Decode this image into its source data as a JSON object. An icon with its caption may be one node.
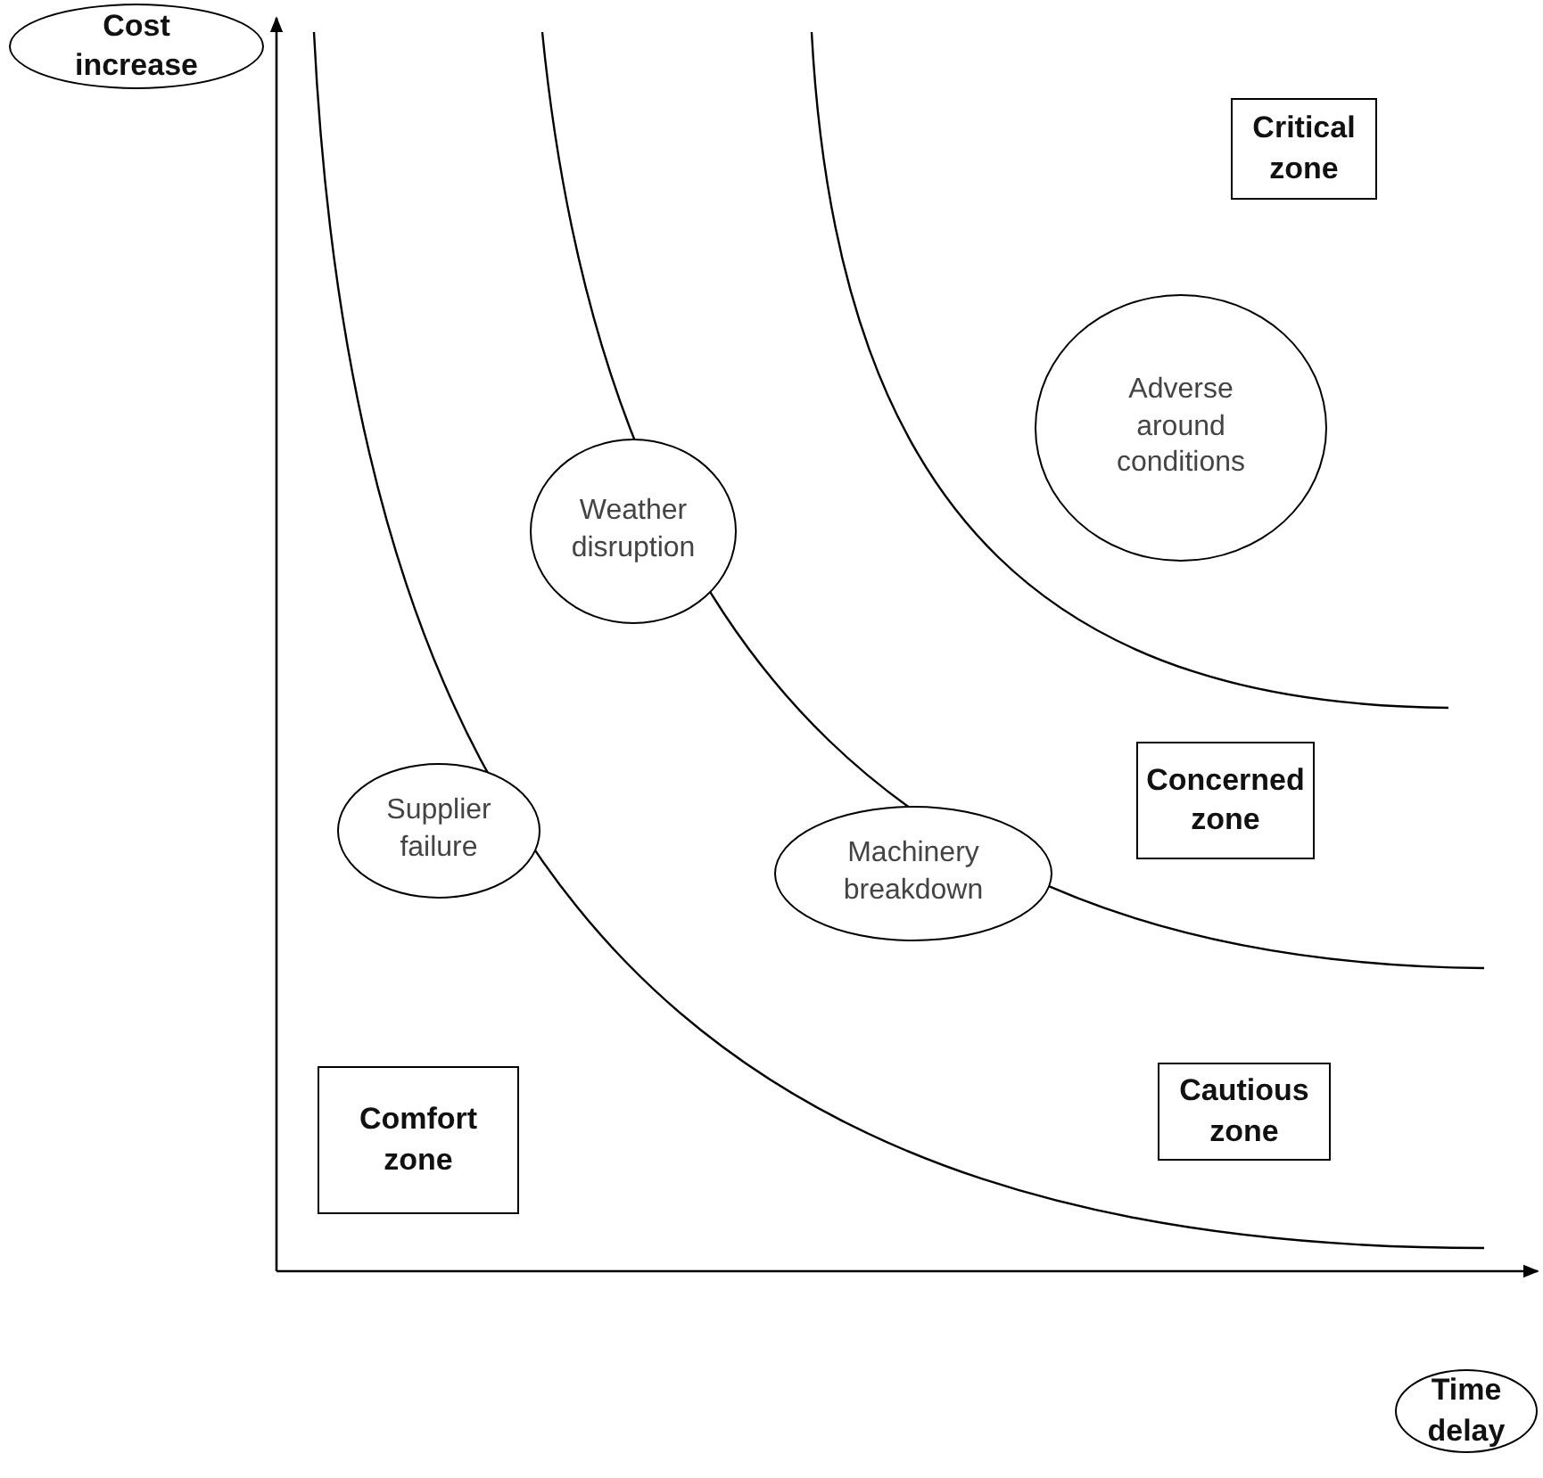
{
  "diagram": {
    "nodes": [
      {
        "text": [
          "Cost increase"
        ]
      },
      {
        "text": [
          "Critical zone"
        ]
      },
      {
        "text": [
          "Adverse around conditions"
        ]
      },
      {
        "text": [
          "Weather disruption"
        ]
      },
      {
        "text": [
          "Concerned zone"
        ]
      },
      {
        "text": [
          "Supplier failure"
        ]
      },
      {
        "text": [
          "Machinery breakdown"
        ]
      },
      {
        "text": [
          "Cautious zone"
        ]
      },
      {
        "text": [
          "Comfort zone"
        ]
      },
      {
        "text": [
          "Time delay"
        ]
      }
    ]
  }
}
